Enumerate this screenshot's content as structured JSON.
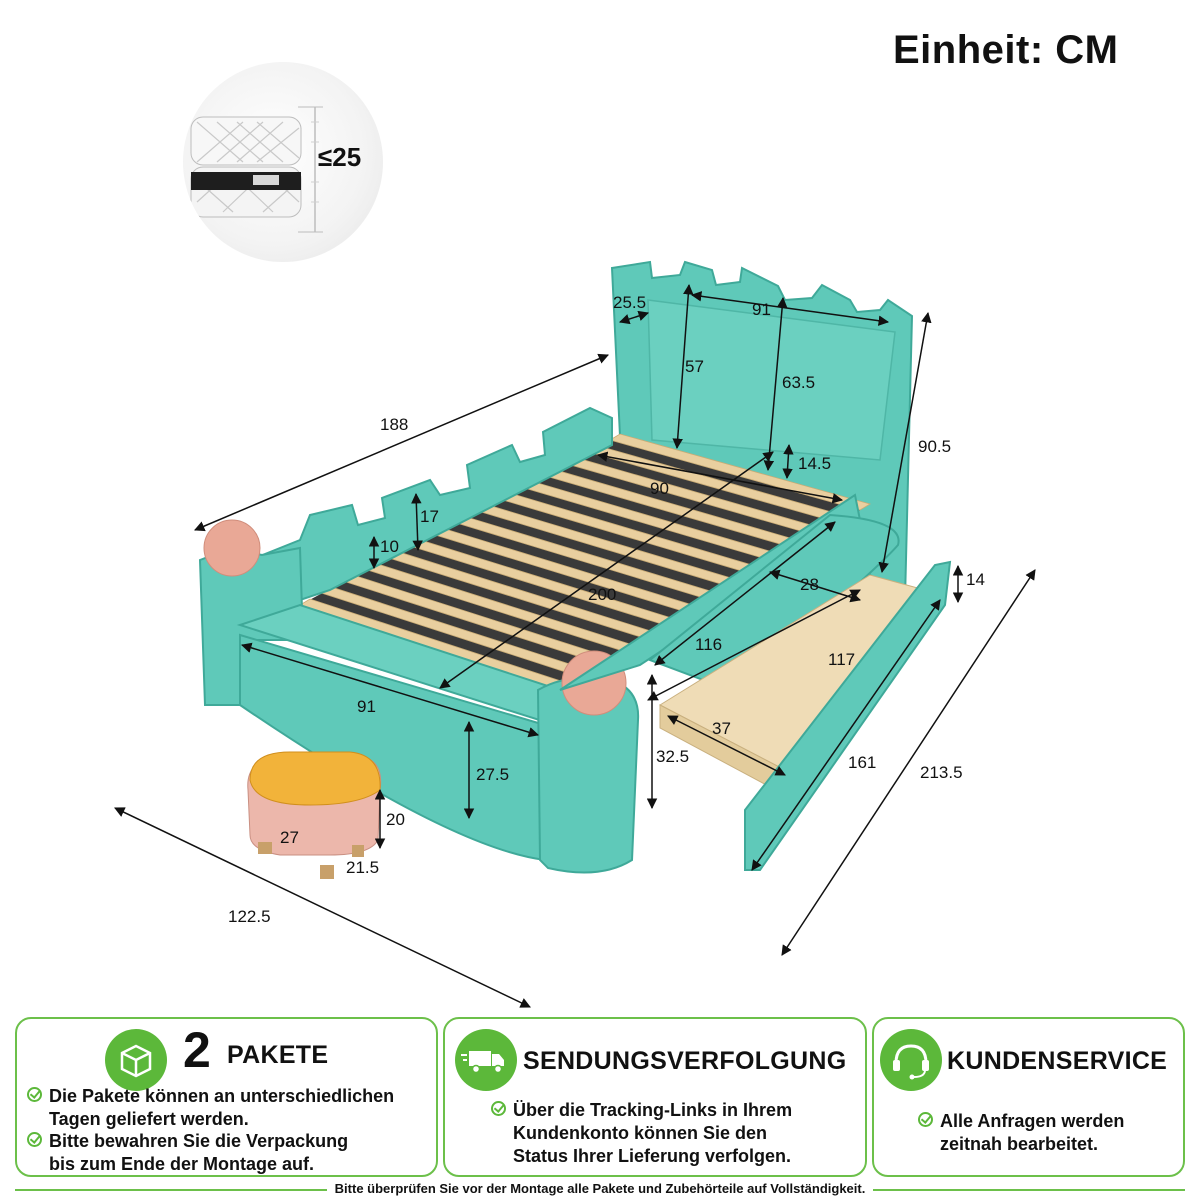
{
  "unit_title": "Einheit: CM",
  "mattress": {
    "max_thickness": "≤25"
  },
  "dimensions": {
    "headboard_depth": "25.5",
    "headboard_inner_width": "91",
    "headboard_panel_height": "57",
    "headboard_top_height": "63.5",
    "headboard_bottom_gap": "14.5",
    "total_height": "90.5",
    "side_rail_length": "188",
    "slat_width": "90",
    "rail_notch_height": "17",
    "rail_notch_depth": "10",
    "bed_length": "200",
    "shelf_width": "28",
    "shelf_length": "116",
    "drawer_front_height": "14",
    "drawer_length": "117",
    "drawer_width": "37",
    "drawer_height": "32.5",
    "drawer_front_length": "161",
    "total_length": "213.5",
    "footboard_width": "91",
    "footboard_height": "27.5",
    "stool_width": "27",
    "stool_depth": "21.5",
    "stool_height": "20",
    "total_width": "122.5"
  },
  "panels": [
    {
      "number": "2",
      "title": "PAKETE",
      "icon": "package-box-icon",
      "lines": [
        "Die Pakete können an unterschiedlichen",
        "Tagen geliefert werden.",
        "Bitte bewahren Sie die Verpackung",
        "bis zum Ende der Montage auf."
      ]
    },
    {
      "title": "SENDUNGSVERFOLGUNG",
      "icon": "delivery-truck-icon",
      "lines": [
        "Über die Tracking-Links in Ihrem",
        "Kundenkonto können Sie den",
        "Status Ihrer Lieferung verfolgen."
      ]
    },
    {
      "title": "KUNDENSERVICE",
      "icon": "headset-icon",
      "lines": [
        "Alle Anfragen werden",
        "zeitnah bearbeitet."
      ]
    }
  ],
  "footer_note": "Bitte überprüfen Sie vor der Montage alle Pakete und Zubehörteile auf Vollständigkeit.",
  "colors": {
    "bed": "#5fc9b9",
    "bed_dark": "#3fa999",
    "slats": "#e9cf9f",
    "ball": "#e9a896",
    "green": "#5cb83a"
  }
}
